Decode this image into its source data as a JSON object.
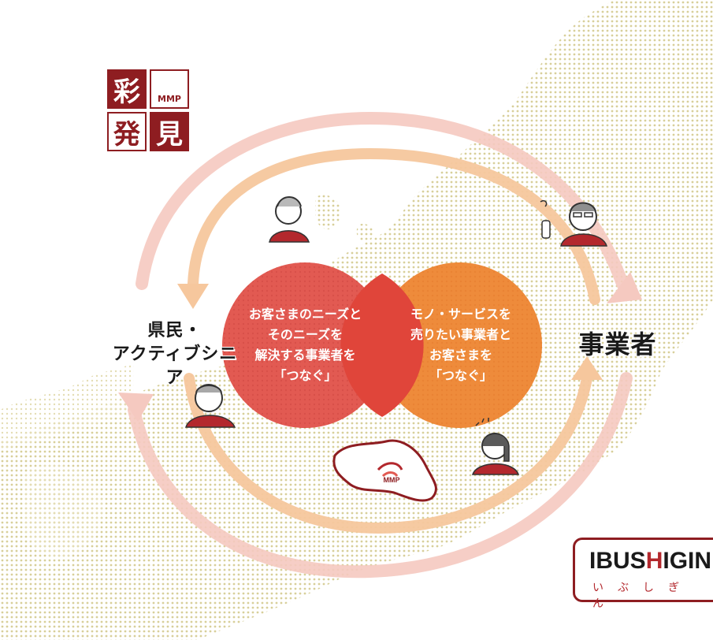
{
  "logo": {
    "char_1": "彩",
    "char_2": "発",
    "char_3": "見",
    "mmp_text": "MMP"
  },
  "left_label": {
    "line1": "県民・",
    "line2": "アクティブシニア"
  },
  "right_label": "事業者",
  "circle_left": {
    "lines": [
      "お客さまのニーズと",
      "そのニーズを",
      "解決する事業者を",
      "「つなぐ」"
    ]
  },
  "circle_right": {
    "lines": [
      "モノ・サービスを",
      "売りたい事業者と",
      "お客さまを",
      "「つなぐ」"
    ]
  },
  "region_map": {
    "mmp_text": "MMP"
  },
  "brand": {
    "name_part1": "IBUS",
    "name_accent": "H",
    "name_part2": "IGIN",
    "kana": "いぶしぎん"
  },
  "colors": {
    "dark_red": "#8e1d21",
    "circle_red": "#e25a52",
    "circle_orange": "#ee8b3b",
    "overlap": "#e0453a",
    "arrow_pink": "#f5c9c0",
    "arrow_orange": "#f6c79d",
    "map_dots": "#d8cf9a"
  }
}
